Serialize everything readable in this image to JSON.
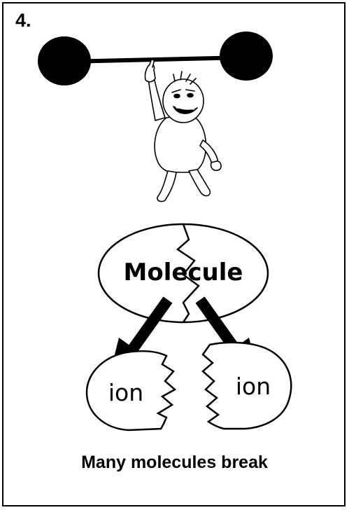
{
  "step_number": "4.",
  "diagram": {
    "molecule_label": "Molecule",
    "ion_left_label": "ion",
    "ion_right_label": "ion"
  },
  "caption": "Many molecules break"
}
